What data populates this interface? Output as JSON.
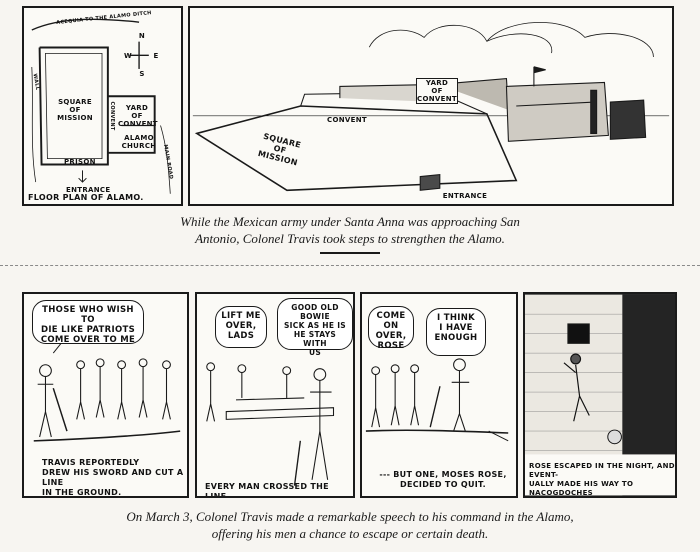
{
  "floor_plan": {
    "road": "ACEQUIA TO THE ALAMO DITCH",
    "compass": {
      "n": "N",
      "s": "S",
      "e": "E",
      "w": "W"
    },
    "wall_label": "WALL",
    "convent_label": "CONVENT",
    "square_label": "SQUARE\nOF\nMISSION",
    "yard_label": "YARD\nOF\nCONVENT",
    "church_label": "ALAMO\nCHURCH",
    "prison_label": "PRISON",
    "entrance_label": "ENTRANCE",
    "side_label": "MAIN ROAD",
    "title": "FLOOR PLAN OF ALAMO."
  },
  "aerial": {
    "yard_label": "YARD\nOF\nCONVENT",
    "convent_label": "CONVENT",
    "square_label": "SQUARE\nOF\nMISSION",
    "entrance_label": "ENTRANCE"
  },
  "caption_top": "While the Mexican army under Santa Anna was approaching San\nAntonio, Colonel Travis took steps to strengthen the Alamo.",
  "strip": [
    {
      "bubbles": [
        "THOSE WHO WISH TO\nDIE LIKE PATRIOTS\nCOME OVER TO ME"
      ],
      "text": "TRAVIS REPORTEDLY\nDREW HIS SWORD AND CUT A LINE\nIN THE GROUND."
    },
    {
      "bubbles": [
        "LIFT ME\nOVER,\nLADS",
        "GOOD OLD BOWIE\nSICK AS HE IS\nHE STAYS WITH\nUS"
      ],
      "text": "EVERY MAN CROSSED THE LINE ----"
    },
    {
      "bubbles": [
        "COME ON\nOVER,\nROSE",
        "I THINK\nI HAVE\nENOUGH"
      ],
      "text": "--- BUT ONE, MOSES ROSE,\nDECIDED TO QUIT."
    },
    {
      "bubbles": [],
      "text": "ROSE ESCAPED IN THE NIGHT, AND EVENT-\nUALLY MADE HIS WAY TO NACOGDOCHES\nAND SAFETY AFTER MANY HARDSHIPS."
    }
  ],
  "caption_bottom": "On March 3, Colonel Travis made a remarkable speech to his command in the Alamo,\noffering his men a chance to escape or certain death."
}
